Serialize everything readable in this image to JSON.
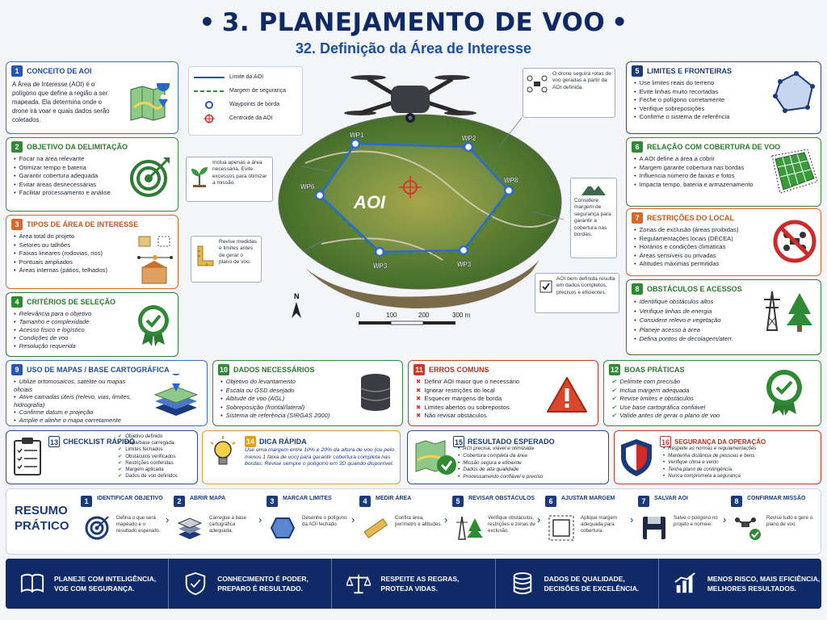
{
  "header": {
    "title": "3. PLANEJAMENTO DE VOO",
    "subtitle": "32. Definição da Área de Interesse"
  },
  "legend": {
    "items": [
      {
        "label": "Limite da AOI"
      },
      {
        "label": "Margem de segurança"
      },
      {
        "label": "Waypoints de borda"
      },
      {
        "label": "Centroide da AOI"
      }
    ]
  },
  "map": {
    "aoi_label": "AOI",
    "waypoints": [
      "WP1",
      "WP2",
      "WP8",
      "WP3",
      "WP3",
      "WP6"
    ],
    "north": "N",
    "scale": [
      "0",
      "100",
      "200",
      "300 m"
    ],
    "callouts": {
      "drone": "O drone seguirá rotas de voo geradas a partir da AOI definida.",
      "plant": "Inclua apenas a área necessária. Evite excessos para otimizar a missão.",
      "ruler": "Revise medidas e limites antes de gerar o plano de voo.",
      "mountain": "Considere margem de segurança para garantir a cobertura nas bordas.",
      "check": "AOI bem definida resulta em dados completos, precisos e eficientes."
    }
  },
  "cards": {
    "c1": {
      "num": "1",
      "title": "CONCEITO DE AOI",
      "text": "A Área de Interesse (AOI) é o polígono que define a região a ser mapeada. Ela determina onde o drone irá voar e quais dados serão coletados."
    },
    "c2": {
      "num": "2",
      "title": "OBJETIVO DA DELIMITAÇÃO",
      "items": [
        "Focar na área relevante",
        "Otimizar tempo e bateria",
        "Garantir cobertura adequada",
        "Evitar áreas desnecessárias",
        "Facilitar processamento e análise"
      ]
    },
    "c3": {
      "num": "3",
      "title": "TIPOS DE ÁREA DE INTERESSE",
      "items": [
        "Área total do projeto",
        "Setores ou talhões",
        "Faixas lineares (rodovias, rios)",
        "Pontuais ampliados",
        "Áreas internas (pátios, telhados)"
      ]
    },
    "c4": {
      "num": "4",
      "title": "CRITÉRIOS DE SELEÇÃO",
      "items": [
        "Relevância para o objetivo",
        "Tamanho e complexidade",
        "Acesso físico e logístico",
        "Condições de voo",
        "Resolução requerida"
      ]
    },
    "c5": {
      "num": "5",
      "title": "LIMITES E FRONTEIRAS",
      "items": [
        "Use limites reais do terreno",
        "Evite linhas muito recortadas",
        "Feche o polígono corretamente",
        "Verifique sobreposições",
        "Confirme o sistema de referência"
      ]
    },
    "c6": {
      "num": "6",
      "title": "RELAÇÃO COM COBERTURA DE VOO",
      "items": [
        "A AOI define a área a cobrir",
        "Margem garante cobertura nas bordas",
        "Influencia número de faixas e fotos",
        "Impacta tempo, bateria e armazenamento"
      ]
    },
    "c7": {
      "num": "7",
      "title": "RESTRIÇÕES DO LOCAL",
      "items": [
        "Zonas de exclusão (áreas proibidas)",
        "Regulamentações locais (DECEA)",
        "Horários e condições climáticas",
        "Áreas sensíveis ou privadas",
        "Altitudes máximas permitidas"
      ]
    },
    "c8": {
      "num": "8",
      "title": "OBSTÁCULOS E ACESSOS",
      "items": [
        "Identifique obstáculos altos",
        "Verifique linhas de energia",
        "Considere relevo e vegetação",
        "Planeje acesso à área",
        "Defina pontos de decolagem/aterr."
      ]
    },
    "c9": {
      "num": "9",
      "title": "USO DE MAPAS / BASE CARTOGRÁFICA",
      "items": [
        "Utilize ortomosaicos, satélite ou mapas oficiais",
        "Ative camadas úteis (relevo, vias, limites, hidrografia)",
        "Confirme datum e projeção",
        "Amplie e alinhe o mapa corretamente"
      ]
    },
    "c10": {
      "num": "10",
      "title": "DADOS NECESSÁRIOS",
      "items": [
        "Objetivo do levantamento",
        "Escala ou GSD desejado",
        "Altitude de voo (AGL)",
        "Sobreposição (frontal/lateral)",
        "Sistema de referência (SIRGAS 2000)"
      ]
    },
    "c11": {
      "num": "11",
      "title": "ERROS COMUNS",
      "items": [
        "Definir AOI maior que o necessário",
        "Ignorar restrições do local",
        "Esquecer margens de borda",
        "Limites abertos ou sobrepostos",
        "Não revisar obstáculos"
      ]
    },
    "c12": {
      "num": "12",
      "title": "BOAS PRÁTICAS",
      "items": [
        "Delimite com precisão",
        "Inclua margem adequada",
        "Revise limites e obstáculos",
        "Use base cartográfica confiável",
        "Valide antes de gerar o plano de voo"
      ]
    },
    "c13": {
      "num": "13",
      "title": "CHECKLIST RÁPIDO",
      "items": [
        "Objetivo definido",
        "Mapa/base carregada",
        "Limites fechados",
        "Obstáculos verificados",
        "Restrições conferidas",
        "Margem aplicada",
        "Dados de voo definidos"
      ]
    },
    "c14": {
      "num": "14",
      "title": "DICA RÁPIDA",
      "text": "Use uma margem entre 10% e 20% da altura de voo (ou pelo menos 1 faixa de voo) para garantir cobertura completa nas bordas. Revise sempre o polígono em 3D quando disponível."
    },
    "c15": {
      "num": "15",
      "title": "RESULTADO ESPERADO",
      "items": [
        "AOI precisa, viável e otimizada",
        "Cobertura completa da área",
        "Missão segura e eficiente",
        "Dados de alta qualidade",
        "Processamento confiável e preciso"
      ]
    },
    "c16": {
      "num": "16",
      "title": "SEGURANÇA DA OPERAÇÃO",
      "items": [
        "Respeite as normas e regulamentações",
        "Mantenha distância de pessoas e bens",
        "Verifique clima e vento",
        "Tenha plano de contingência",
        "Nunca comprometa a segurança"
      ]
    }
  },
  "summary": {
    "title_line1": "RESUMO",
    "title_line2": "PRÁTICO",
    "steps": [
      {
        "num": "1",
        "title": "IDENTIFICAR OBJETIVO",
        "desc": "Defina o que será mapeado e o resultado esperado."
      },
      {
        "num": "2",
        "title": "ABRIR MAPA",
        "desc": "Carregue a base cartográfica adequada."
      },
      {
        "num": "3",
        "title": "MARCAR LIMITES",
        "desc": "Desenhe o polígono da AOI fechado."
      },
      {
        "num": "4",
        "title": "MEDIR ÁREA",
        "desc": "Confira área, perímetro e altitudes."
      },
      {
        "num": "5",
        "title": "REVISAR OBSTÁCULOS",
        "desc": "Verifique obstáculos, restrições e zonas de exclusão."
      },
      {
        "num": "6",
        "title": "AJUSTAR MARGEM",
        "desc": "Aplique margem adequada para cobertura."
      },
      {
        "num": "7",
        "title": "SALVAR AOI",
        "desc": "Salve o polígono no projeto e nomeie."
      },
      {
        "num": "8",
        "title": "CONFIRMAR MISSÃO",
        "desc": "Revise tudo e gere o plano de voo."
      }
    ]
  },
  "footer": [
    {
      "l1": "PLANEJE COM INTELIGÊNCIA,",
      "l2": "VOE COM SEGURANÇA."
    },
    {
      "l1": "CONHECIMENTO É PODER,",
      "l2": "PREPARO É RESULTADO."
    },
    {
      "l1": "RESPEITE AS REGRAS,",
      "l2": "PROTEJA VIDAS."
    },
    {
      "l1": "DADOS DE QUALIDADE,",
      "l2": "DECISÕES DE EXCELÊNCIA."
    },
    {
      "l1": "MENOS RISCO, MAIS EFICIÊNCIA,",
      "l2": "MELHORES RESULTADOS."
    }
  ]
}
